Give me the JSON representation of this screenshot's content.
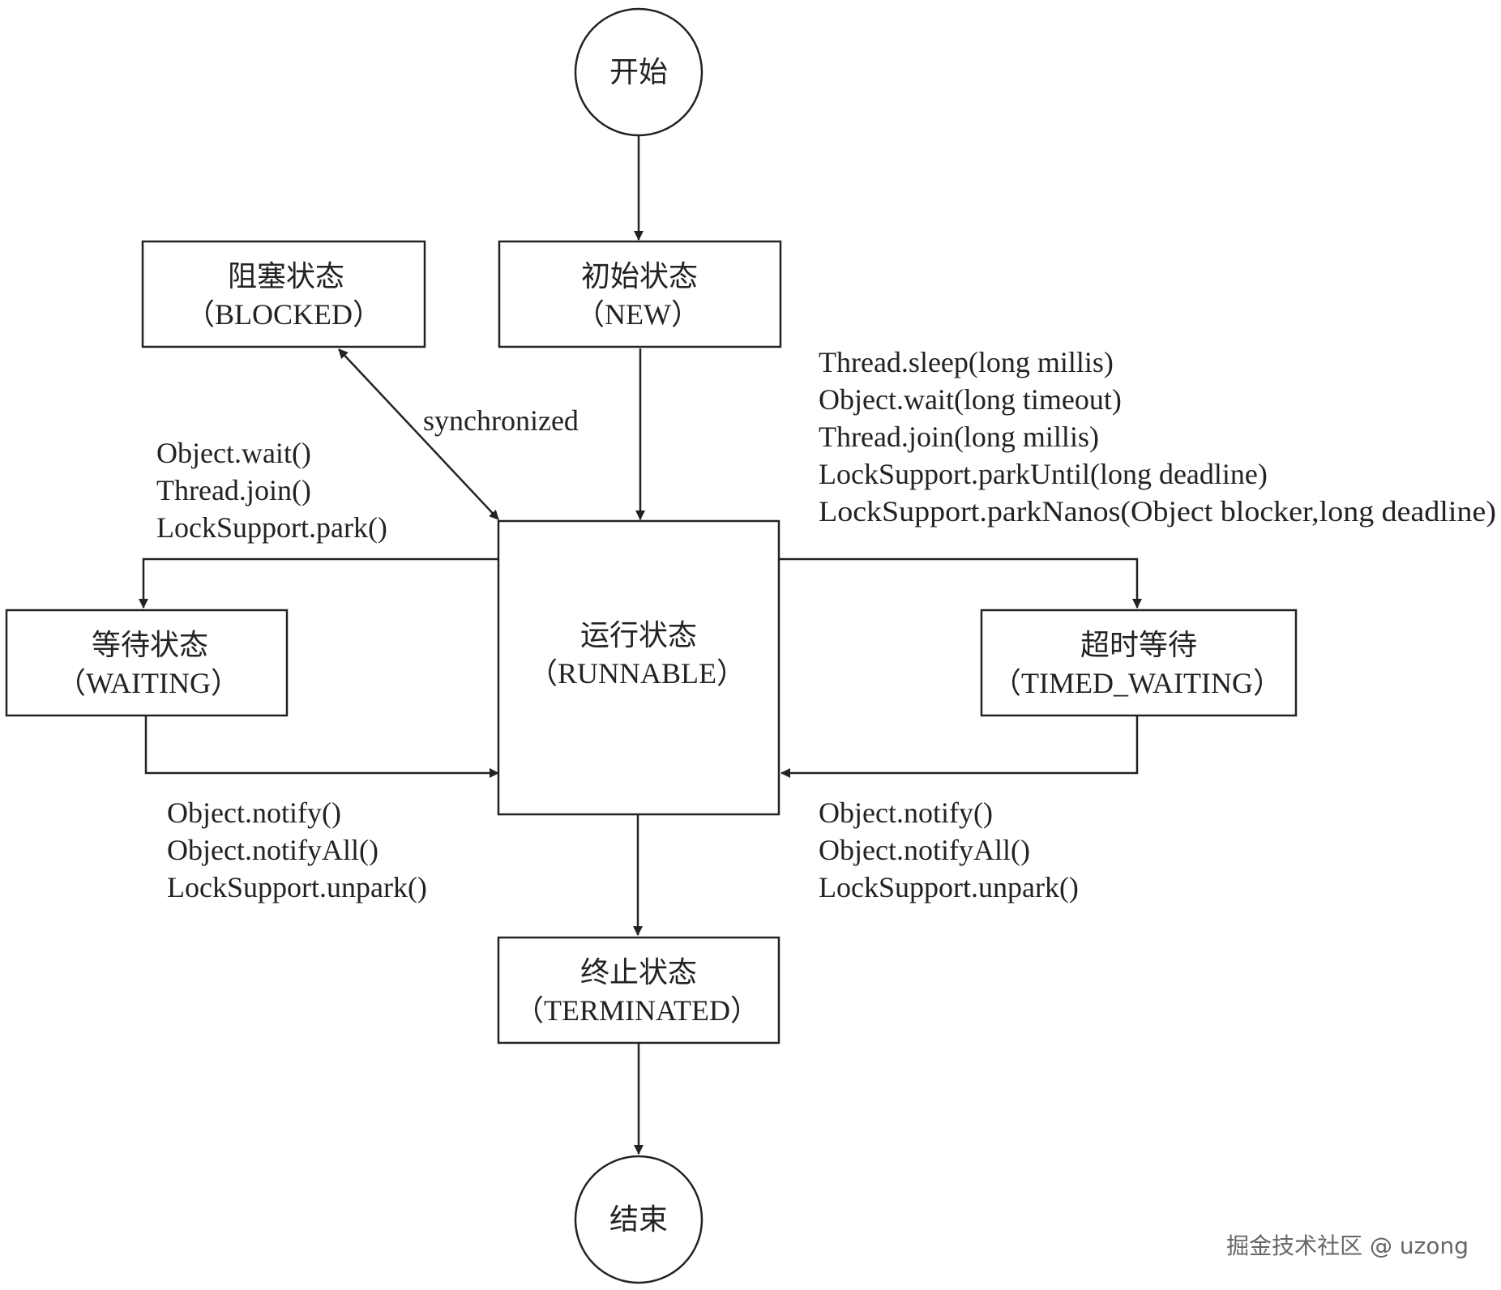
{
  "nodes": {
    "start": {
      "label": "开始"
    },
    "new": {
      "title": "初始状态",
      "subtitle": "（NEW）"
    },
    "blocked": {
      "title": "阻塞状态",
      "subtitle": "（BLOCKED）"
    },
    "runnable": {
      "title": "运行状态",
      "subtitle": "（RUNNABLE）"
    },
    "waiting": {
      "title": "等待状态",
      "subtitle": "（WAITING）"
    },
    "timed_waiting": {
      "title": "超时等待",
      "subtitle": "（TIMED_WAITING）"
    },
    "terminated": {
      "title": "终止状态",
      "subtitle": "（TERMINATED）"
    },
    "end": {
      "label": "结束"
    }
  },
  "edge_labels": {
    "synchronized": "synchronized",
    "to_waiting": [
      "Object.wait()",
      "Thread.join()",
      "LockSupport.park()"
    ],
    "to_timed_waiting": [
      "Thread.sleep(long millis)",
      "Object.wait(long timeout)",
      "Thread.join(long millis)",
      "LockSupport.parkUntil(long deadline)",
      "LockSupport.parkNanos(Object blocker,long deadline)"
    ],
    "from_waiting": [
      "Object.notify()",
      "Object.notifyAll()",
      "LockSupport.unpark()"
    ],
    "from_timed_waiting": [
      "Object.notify()",
      "Object.notifyAll()",
      "LockSupport.unpark()"
    ]
  },
  "watermark": "掘金技术社区 @ uzong"
}
